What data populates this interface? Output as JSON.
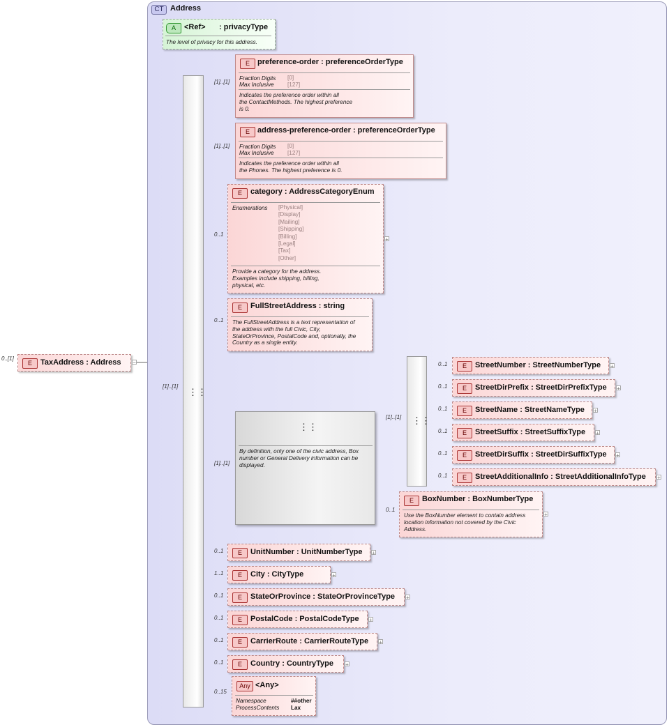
{
  "complex_type": {
    "badge": "CT",
    "name": "Address"
  },
  "root": {
    "badge": "E",
    "title": "TaxAddress : Address",
    "card": "0..[1]",
    "collapse": "−"
  },
  "attribute": {
    "badge": "A",
    "name": "<Ref>",
    "type": ": privacyType",
    "doc": "The level of privacy for this address."
  },
  "seq_card": "[1]..[1]",
  "facet_labels": {
    "fraction": "Fraction Digits",
    "max": "Max Inclusive",
    "enum": "Enumerations"
  },
  "pref_order": {
    "title": "preference-order : preferenceOrderType",
    "card": "[1]..[1]",
    "fraction": "[0]",
    "max": "[127]",
    "doc": "Indicates the preference order within all\nthe ContactMethods. The highest preference\nis 0."
  },
  "addr_pref": {
    "title": "address-preference-order : preferenceOrderType",
    "card": "[1]..[1]",
    "fraction": "[0]",
    "max": "[127]",
    "doc": "Indicates the preference order within all\nthe Phones. The highest preference is 0."
  },
  "category": {
    "title": "category : AddressCategoryEnum",
    "card": "0..1",
    "enums": "[Physical]\n[Display]\n[Mailing]\n[Shipping]\n[Billing]\n[Legal]\n[Tax]\n[Other]",
    "doc": "Provide a category for the address.\nExamples include shipping, billing,\nphysical, etc."
  },
  "full_street": {
    "title": "FullStreetAddress : string",
    "card": "0..1",
    "doc": "The FullStreetAddress is a text representation of\nthe address with the full Civic, City,\nStateOrProvince, PostalCode and, optionally, the\nCountry as a single entity."
  },
  "choice": {
    "card": "[1]..[1]",
    "doc": "By definition, only one of the civic address, Box\nnumber or General Delivery information can be\ndisplayed."
  },
  "civic_seq_card": "[1]..[1]",
  "civic": [
    {
      "title": "StreetNumber : StreetNumberType",
      "card": "0..1"
    },
    {
      "title": "StreetDirPrefix : StreetDirPrefixType",
      "card": "0..1"
    },
    {
      "title": "StreetName : StreetNameType",
      "card": "0..1"
    },
    {
      "title": "StreetSuffix : StreetSuffixType",
      "card": "0..1"
    },
    {
      "title": "StreetDirSuffix : StreetDirSuffixType",
      "card": "0..1"
    },
    {
      "title": "StreetAdditionalInfo : StreetAdditionalInfoType",
      "card": "0..1"
    }
  ],
  "box": {
    "title": "BoxNumber : BoxNumberType",
    "card": "0..1",
    "doc": "Use the BoxNumber element to contain address\nlocation information not covered by the Civic\nAddress."
  },
  "tail": [
    {
      "title": "UnitNumber : UnitNumberType",
      "card": "0..1"
    },
    {
      "title": "City        : CityType",
      "card": "1..1"
    },
    {
      "title": "StateOrProvince : StateOrProvinceType",
      "card": "0..1"
    },
    {
      "title": "PostalCode : PostalCodeType",
      "card": "0..1"
    },
    {
      "title": "CarrierRoute : CarrierRouteType",
      "card": "0..1"
    },
    {
      "title": "Country  : CountryType",
      "card": "0..1"
    }
  ],
  "any": {
    "badge": "Any",
    "title": "<Any>",
    "card": "0..15",
    "ns_label": "Namespace",
    "ns": "##other",
    "pc_label": "ProcessContents",
    "pc": "Lax"
  },
  "expand_glyph": "+",
  "element_badge": "E"
}
